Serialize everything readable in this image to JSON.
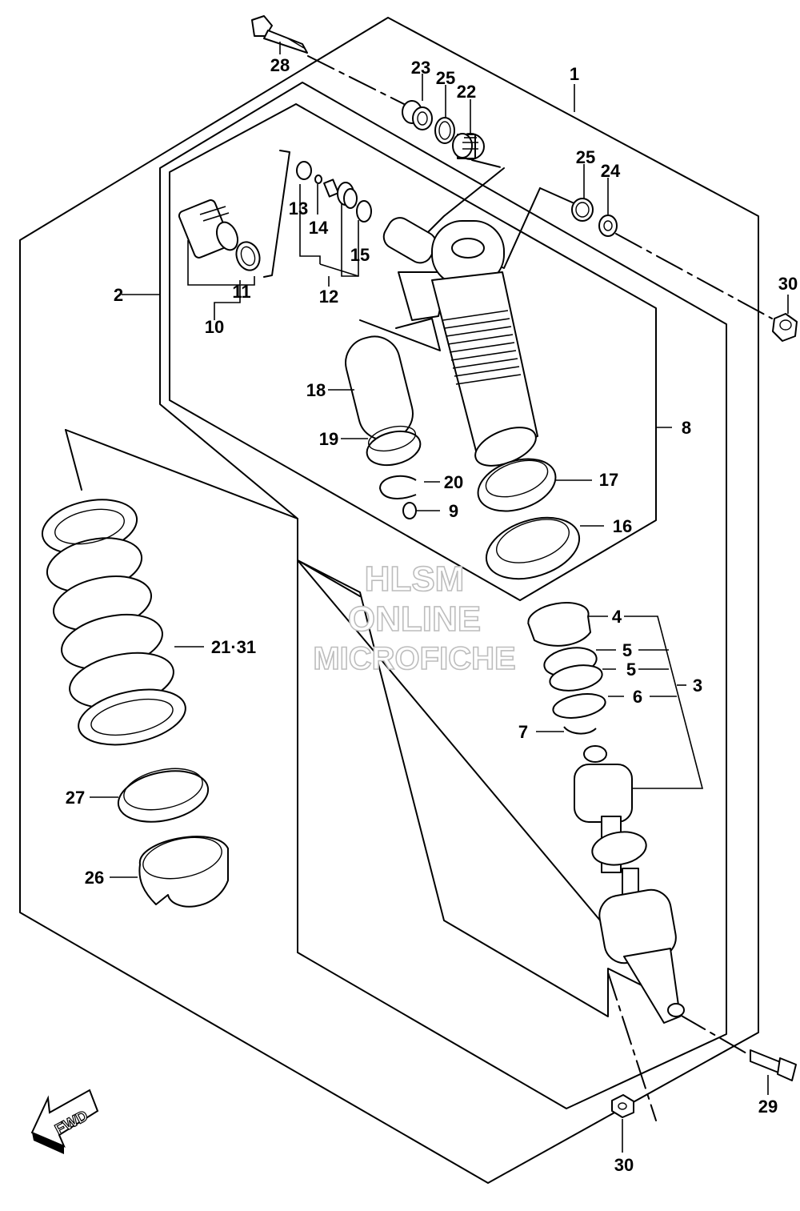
{
  "diagram": {
    "callouts": {
      "p1": "1",
      "p2": "2",
      "p3": "3",
      "p4": "4",
      "p5a": "5",
      "p5b": "5",
      "p6": "6",
      "p7": "7",
      "p8": "8",
      "p9": "9",
      "p10": "10",
      "p11": "11",
      "p12": "12",
      "p13": "13",
      "p14": "14",
      "p15": "15",
      "p16": "16",
      "p17": "17",
      "p18": "18",
      "p19": "19",
      "p20": "20",
      "p21_31": "21·31",
      "p22": "22",
      "p23": "23",
      "p24": "24",
      "p25a": "25",
      "p25b": "25",
      "p26": "26",
      "p27": "27",
      "p28": "28",
      "p29": "29",
      "p30a": "30",
      "p30b": "30"
    },
    "watermark": {
      "line1": "HLSM",
      "line2": "ONLINE",
      "line3": "MICROFICHE"
    },
    "direction": {
      "label": "FWD",
      "icon": "forward-arrow-icon"
    },
    "colors": {
      "ink": "#000000",
      "background": "#ffffff",
      "watermark_outline": "#bdbdbd"
    }
  }
}
